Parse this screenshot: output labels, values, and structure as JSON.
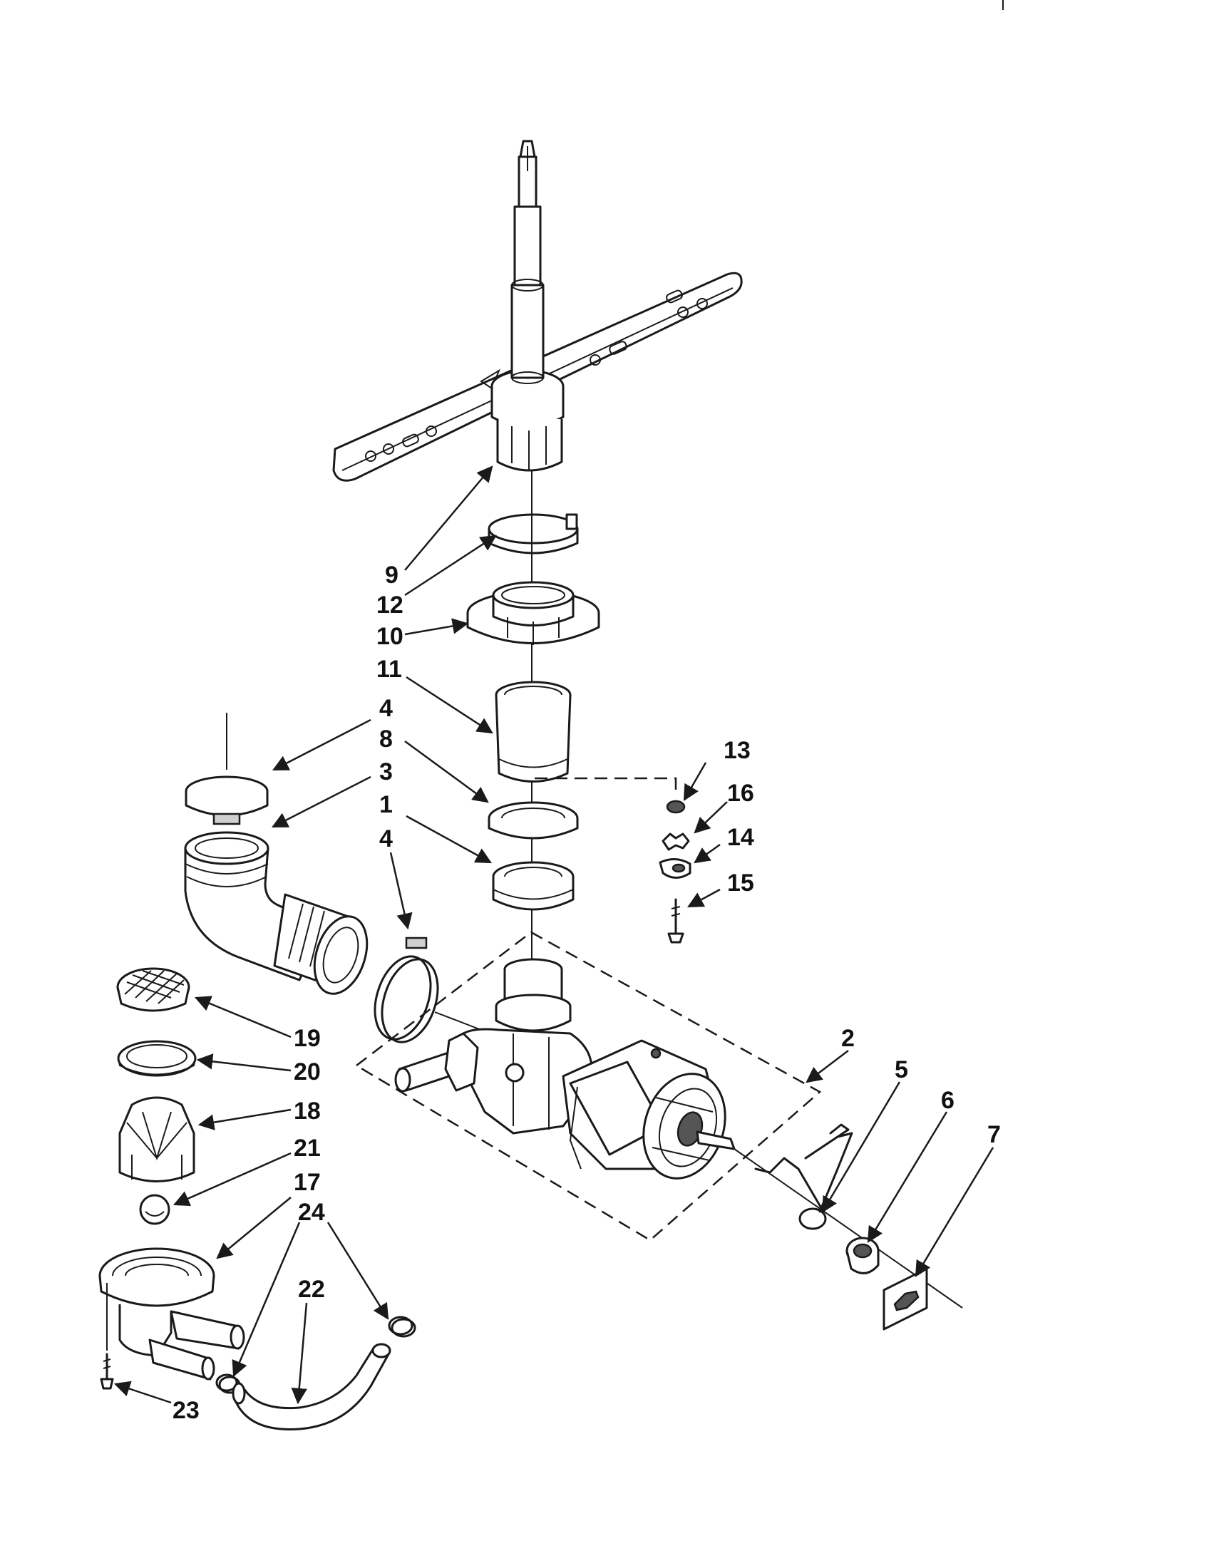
{
  "callouts": {
    "c1": "1",
    "c2": "2",
    "c3": "3",
    "c4a": "4",
    "c4b": "4",
    "c5": "5",
    "c6": "6",
    "c7": "7",
    "c8": "8",
    "c9": "9",
    "c10": "10",
    "c11": "11",
    "c12": "12",
    "c13": "13",
    "c14": "14",
    "c15": "15",
    "c16": "16",
    "c17": "17",
    "c18": "18",
    "c19": "19",
    "c20": "20",
    "c21": "21",
    "c22": "22",
    "c23": "23",
    "c24": "24"
  },
  "colors": {
    "ink": "#1a1a1a",
    "shade": "#cfcfcf",
    "paper": "#ffffff"
  }
}
